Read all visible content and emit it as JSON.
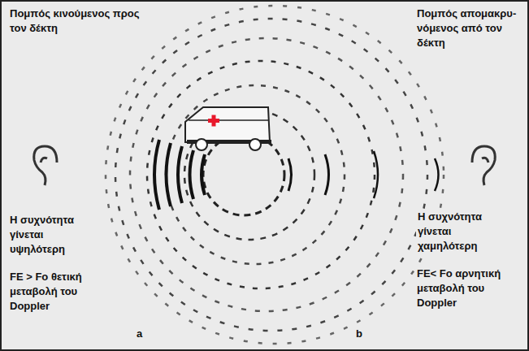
{
  "diagram": {
    "labels": [
      "Πομπός κινούμενος προς τον δέκτη",
      "Πομπός απομακρυ- νόμενος από τον δέκτη",
      "Η συχνότητα γίνεται υψηλότερη",
      "Η συχνότητα γίνεται χαμηλότερη",
      "FE > Fo θετική μεταβολή του Doppler",
      "FE< Fo αρνητική μεταβολή του Doppler",
      "a",
      "b"
    ]
  }
}
